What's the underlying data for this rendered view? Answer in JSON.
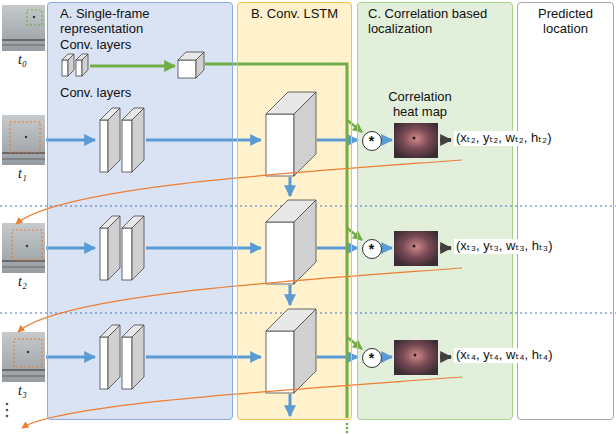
{
  "diagram": {
    "nodes": [
      {
        "text": [
          "A. Single-frame representation"
        ]
      },
      {
        "text": [
          "B. Conv. LSTM"
        ]
      },
      {
        "text": [
          "C. Correlation based localization"
        ]
      },
      {
        "text": [
          "Predicted location"
        ]
      },
      {
        "text": [
          "*"
        ],
        "in": 2
      },
      {
        "text": [
          "*"
        ],
        "in": 2
      },
      {
        "text": [
          "*"
        ],
        "in": 2
      }
    ],
    "labels": [
      "t₀",
      "Conv. layers",
      "Conv. layers",
      "t₁",
      "Correlation heat map",
      "(xₜ₂, yₜ₂, wₜ₂, hₜ₂)",
      "t₂",
      "(xₜ₃, yₜ₃, wₜ₃, hₜ₃)",
      "t₃",
      "(xₜ₄, yₜ₄, wₜ₄, hₜ₄)"
    ]
  }
}
